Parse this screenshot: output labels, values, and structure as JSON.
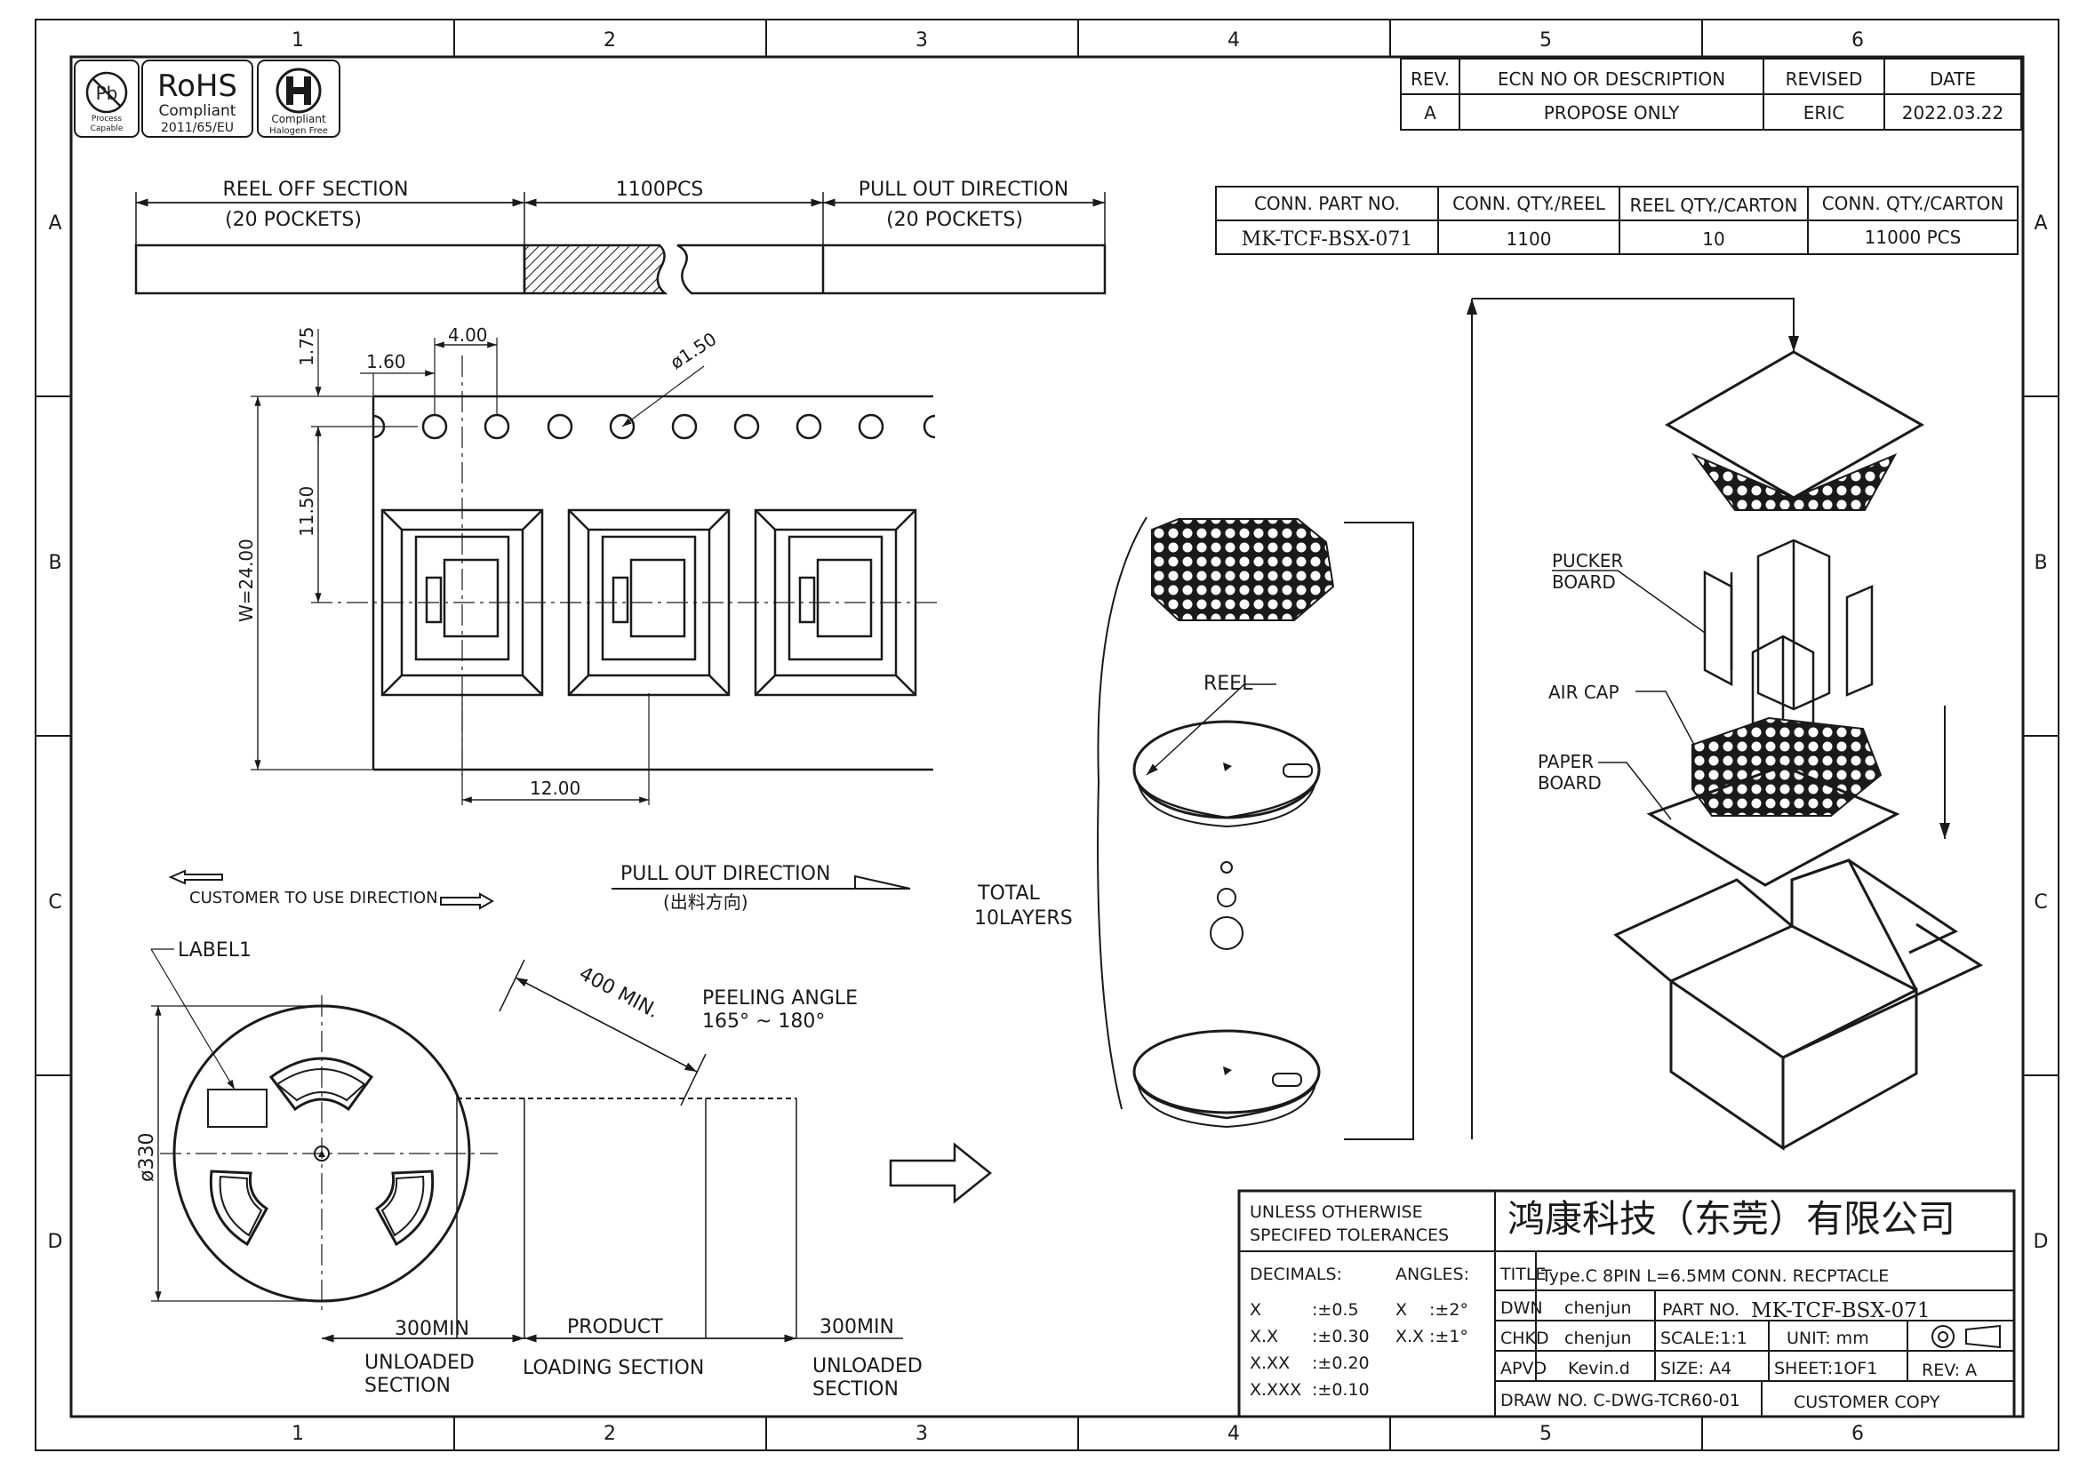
{
  "grid": {
    "columns": [
      "1",
      "2",
      "3",
      "4",
      "5",
      "6"
    ],
    "rows": [
      "A",
      "B",
      "C",
      "D"
    ]
  },
  "badges": {
    "pb": {
      "symbol": "Pb",
      "line1": "Process",
      "line2": "Capable"
    },
    "rohs": {
      "title": "RoHS",
      "line1": "Compliant",
      "line2": "2011/65/EU"
    },
    "halogen": {
      "symbol": "H",
      "line1": "Compliant",
      "line2": "Halogen Free"
    }
  },
  "revision_table": {
    "headers": [
      "REV.",
      "ECN NO OR DESCRIPTION",
      "REVISED",
      "DATE"
    ],
    "row": [
      "A",
      "PROPOSE ONLY",
      "ERIC",
      "2022.03.22"
    ]
  },
  "qty_table": {
    "headers": [
      "CONN. PART NO.",
      "CONN. QTY./REEL",
      "REEL QTY./CARTON",
      "CONN. QTY./CARTON"
    ],
    "row": [
      "MK-TCF-BSX-071",
      "1100",
      "10",
      "11000 PCS"
    ]
  },
  "tape_strip": {
    "reel_off": "REEL OFF SECTION",
    "reel_off_pockets": "(20 POCKETS)",
    "middle": "1100PCS",
    "pull_out": "PULL OUT DIRECTION",
    "pull_out_pockets": "(20 POCKETS)"
  },
  "tape_dims": {
    "d175": "1.75",
    "d400": "4.00",
    "d160": "1.60",
    "d150": "ø1.50",
    "d1150": "11.50",
    "w2400": "W=24.00",
    "d1200": "12.00"
  },
  "directions": {
    "customer": "CUSTOMER TO USE DIRECTION",
    "pull_out": "PULL OUT DIRECTION",
    "pull_out_cn": "(出料方向)"
  },
  "reel_view": {
    "label1": "LABEL1",
    "diameter": "ø330",
    "min400": "400 MIN.",
    "peeling_angle": "PEELING ANGLE",
    "peeling_range": "165° ~ 180°",
    "left_len": "300MIN",
    "product": "PRODUCT",
    "right_len": "300MIN",
    "unloaded_l1": "UNLOADED",
    "unloaded_l2": "SECTION",
    "loading": "LOADING SECTION",
    "unloaded_r1": "UNLOADED",
    "unloaded_r2": "SECTION"
  },
  "packaging": {
    "total_l1": "TOTAL",
    "total_l2": "10LAYERS",
    "reel": "REEL",
    "pucker_l1": "PUCKER",
    "pucker_l2": "BOARD",
    "air_cap": "AIR CAP",
    "paper_l1": "PAPER",
    "paper_l2": "BOARD"
  },
  "title_block": {
    "company": "鸿康科技（东莞）有限公司",
    "tol_l1": "UNLESS OTHERWISE",
    "tol_l2": "SPECIFED TOLERANCES",
    "decimals": "DECIMALS:",
    "angles": "ANGLES:",
    "tol_rows": [
      {
        "k": "X",
        "v": ":±0.5"
      },
      {
        "k": "X.X",
        "v": ":±0.30"
      },
      {
        "k": "X.XX",
        "v": ":±0.20"
      },
      {
        "k": "X.XXX",
        "v": ":±0.10"
      }
    ],
    "ang_rows": [
      {
        "k": "X",
        "v": ":±2°"
      },
      {
        "k": "X.X",
        "v": ":±1°"
      }
    ],
    "title_label": "TITLE",
    "title_value": "Type.C 8PIN L=6.5MM CONN. RECPTACLE",
    "dwn_label": "DWN",
    "dwn_value": "chenjun",
    "part_label": "PART NO.",
    "part_value": "MK-TCF-BSX-071",
    "chkd_label": "CHKD",
    "chkd_value": "chenjun",
    "scale": "SCALE:1:1",
    "unit": "UNIT:   mm",
    "apvd_label": "APVD",
    "apvd_value": "Kevin.d",
    "size": "SIZE:  A4",
    "sheet": "SHEET:1OF1",
    "rev": "REV:  A",
    "draw_no": "DRAW NO. C-DWG-TCR60-01",
    "customer_copy": "CUSTOMER COPY"
  }
}
